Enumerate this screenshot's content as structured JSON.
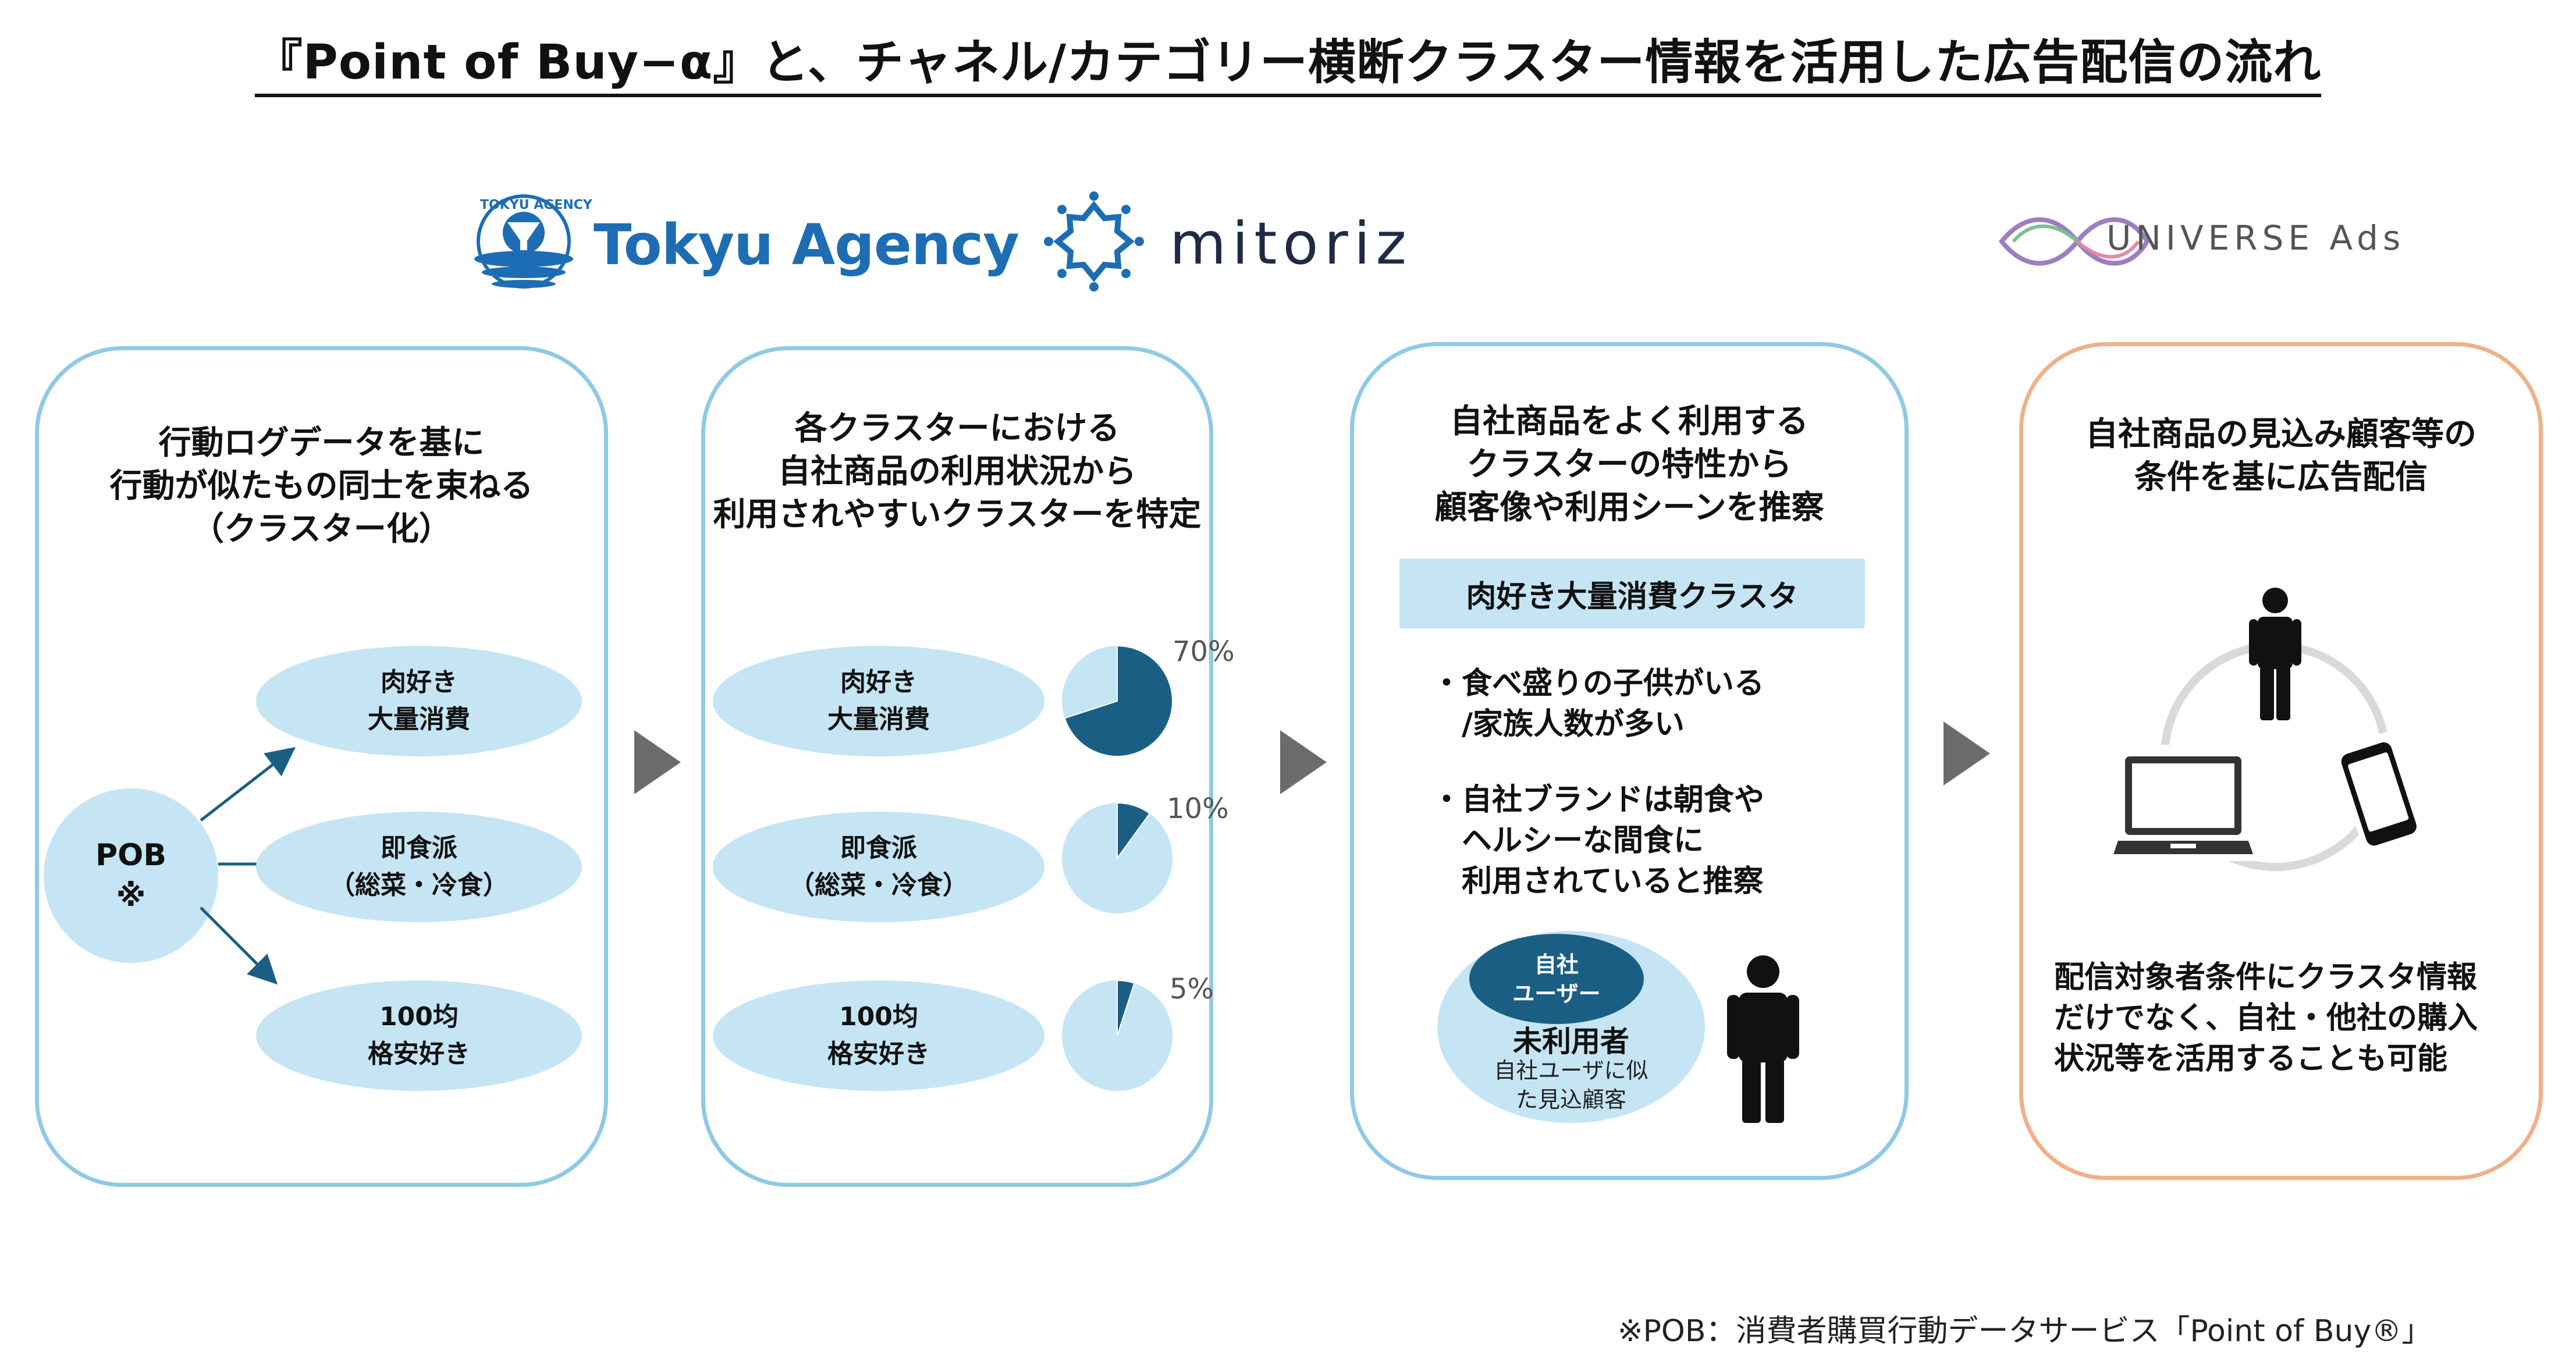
{
  "title": "『Point of Buy−α』と、チャネル/カテゴリー横断クラスター情報を活用した広告配信の流れ",
  "logos": {
    "tokyu_small": "TOKYU AGENCY",
    "tokyu": "Tokyu Agency",
    "mitoriz": "mitoriz",
    "universe": "UNIVERSE Ads"
  },
  "panel1": {
    "title": "行動ログデータを基に\n行動が似たもの同士を束ねる\n（クラスター化）",
    "center_label": "POB",
    "center_mark": "※",
    "clusters": [
      "肉好き\n大量消費",
      "即食派\n（総菜・冷食）",
      "100均\n格安好き"
    ]
  },
  "panel2": {
    "title": "各クラスターにおける\n自社商品の利用状況から\n利用されやすいクラスターを特定",
    "clusters": [
      "肉好き\n大量消費",
      "即食派\n（総菜・冷食）",
      "100均\n格安好き"
    ],
    "pct_labels": [
      "70%",
      "10%",
      "5%"
    ]
  },
  "chart_data": {
    "type": "pie",
    "charts": [
      {
        "category": "肉好き 大量消費",
        "value": 70
      },
      {
        "category": "即食派（総菜・冷食）",
        "value": 10
      },
      {
        "category": "100均 格安好き",
        "value": 5
      }
    ],
    "colors": {
      "highlight": "#1b5e83",
      "base": "#c5e5f4"
    }
  },
  "panel3": {
    "title": "自社商品をよく利用する\nクラスターの特性から\n顧客像や利用シーンを推察",
    "banner": "肉好き大量消費クラスタ",
    "bullet1": "・食べ盛りの子供がいる\n　/家族人数が多い",
    "bullet2": "・自社ブランドは朝食や\n　ヘルシーな間食に\n　利用されていると推察",
    "inner_oval": "自社\nユーザー",
    "outer_title": "未利用者",
    "outer_sub": "自社ユーザに似\nた見込顧客"
  },
  "panel4": {
    "title": "自社商品の見込み顧客等の\n条件を基に広告配信",
    "body": "配信対象者条件にクラスタ情報\nだけでなく、自社・他社の購入\n状況等を活用することも可能"
  },
  "footnote": "※POB：消費者購買行動データサービス「Point of Buy®」",
  "colors": {
    "panel_border": "#8ecae6",
    "panel4_border": "#f0b08a",
    "ellipse_fill": "#c5e5f4",
    "dark_blue": "#1b5e83",
    "arrow_gray": "#6b6b6b"
  }
}
